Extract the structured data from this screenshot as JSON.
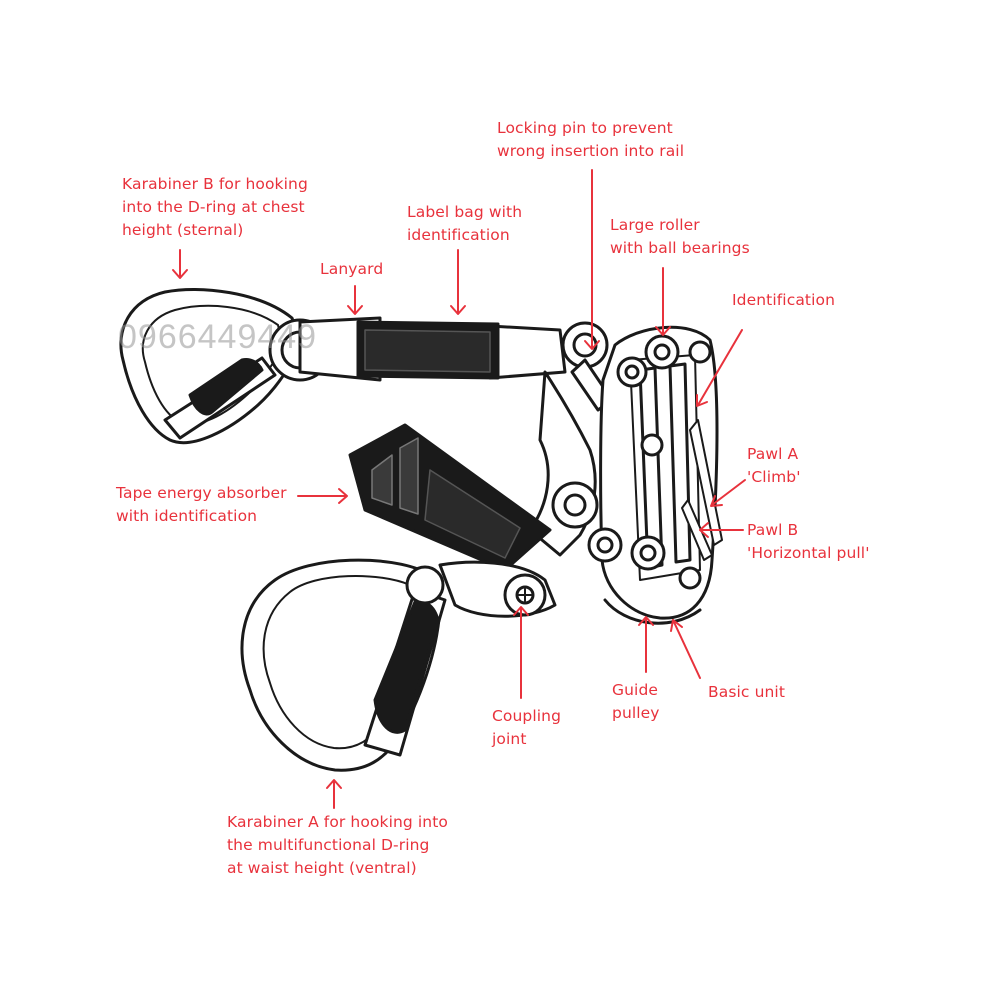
{
  "colors": {
    "label": "#e8323c",
    "ink": "#1a1a1a",
    "fill": "#ffffff"
  },
  "watermark": "0966449449",
  "labels": {
    "karabiner_b": [
      "Karabiner B for hooking",
      "into the D-ring at chest",
      "height (sternal)"
    ],
    "lanyard": [
      "Lanyard"
    ],
    "label_bag": [
      "Label bag with",
      "identification"
    ],
    "locking_pin": [
      "Locking pin to prevent",
      "wrong insertion into rail"
    ],
    "large_roller": [
      "Large roller",
      "with ball bearings"
    ],
    "identification": [
      "Identification"
    ],
    "pawl_a": [
      "Pawl A",
      "'Climb'"
    ],
    "pawl_b": [
      "Pawl B",
      "'Horizontal pull'"
    ],
    "tape_absorber": [
      "Tape energy absorber",
      "with identification"
    ],
    "coupling_joint": [
      "Coupling",
      "joint"
    ],
    "guide_pulley": [
      "Guide",
      "pulley"
    ],
    "basic_unit": [
      "Basic unit"
    ],
    "karabiner_a": [
      "Karabiner A for hooking into",
      "the multifunctional D-ring",
      "at waist height (ventral)"
    ]
  }
}
